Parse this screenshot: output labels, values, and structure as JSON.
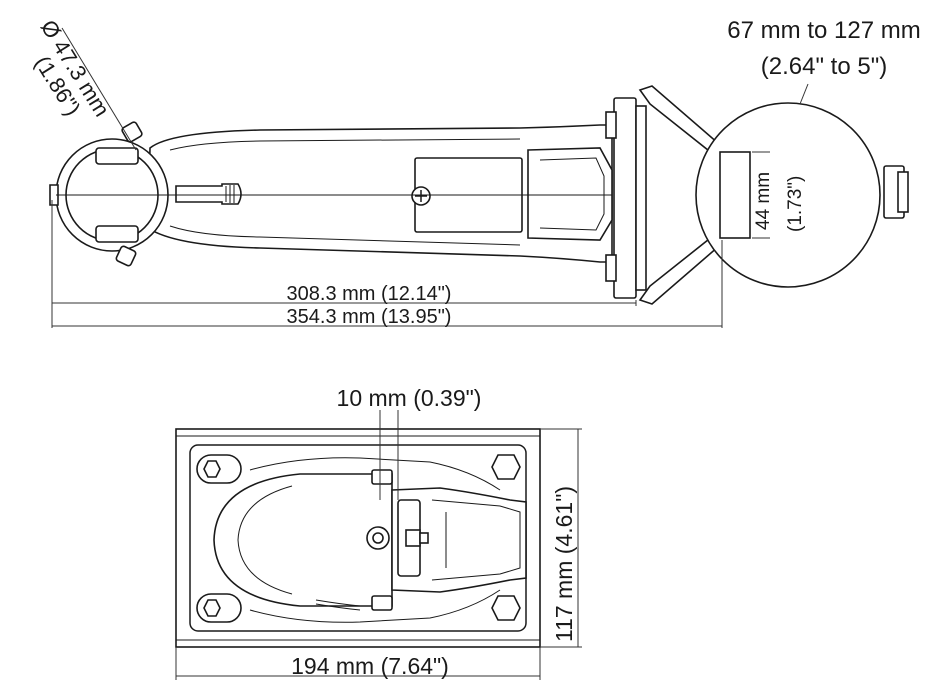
{
  "side_view": {
    "diameter_label": "Ø 47.3 mm",
    "diameter_label_in": "(1.86\")",
    "pole_range_label": "67 mm to 127 mm",
    "pole_range_label_in": "(2.64\" to 5\")",
    "bracket_height_label": "44 mm",
    "bracket_height_label_in": "(1.73\")",
    "arm_length_label": "308.3 mm (12.14\")",
    "total_length_label": "354.3 mm (13.95\")"
  },
  "top_view": {
    "slot_width_label": "10 mm (0.39\")",
    "height_label": "117 mm (4.61\")",
    "width_label": "194 mm (7.64\")"
  },
  "colors": {
    "line": "#1a1a1a",
    "background": "#ffffff"
  }
}
